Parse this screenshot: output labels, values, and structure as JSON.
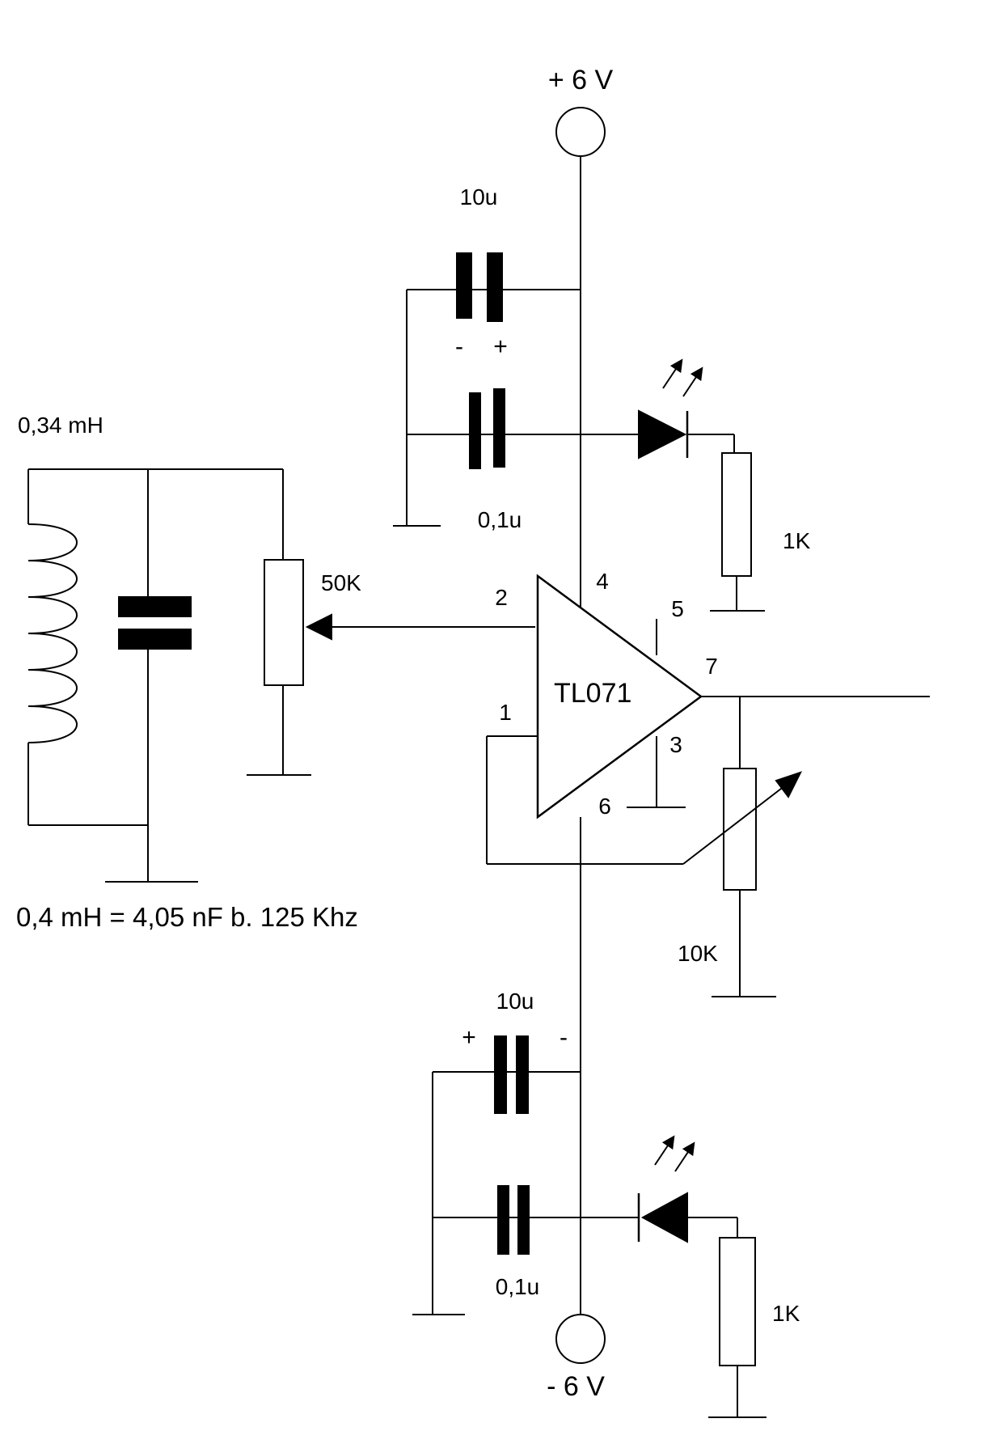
{
  "supply": {
    "positive": "+ 6 V",
    "negative": "- 6 V"
  },
  "opamp": {
    "name": "TL071",
    "pins": {
      "p1": "1",
      "p2": "2",
      "p3": "3",
      "p4": "4",
      "p5": "5",
      "p6": "6",
      "p7": "7"
    }
  },
  "components": {
    "c_top_elko": "10u",
    "c_top_elko_minus": "-",
    "c_top_elko_plus": "+",
    "c_top_small": "0,1u",
    "c_bot_elko": "10u",
    "c_bot_elko_plus": "+",
    "c_bot_elko_minus": "-",
    "c_bot_small": "0,1u",
    "r_led_top": "1K",
    "r_led_bot": "1K",
    "pot_input": "50K",
    "pot_feedback": "10K",
    "inductor": "0,34 mH"
  },
  "note": "0,4 mH = 4,05 nF b. 125   Khz"
}
